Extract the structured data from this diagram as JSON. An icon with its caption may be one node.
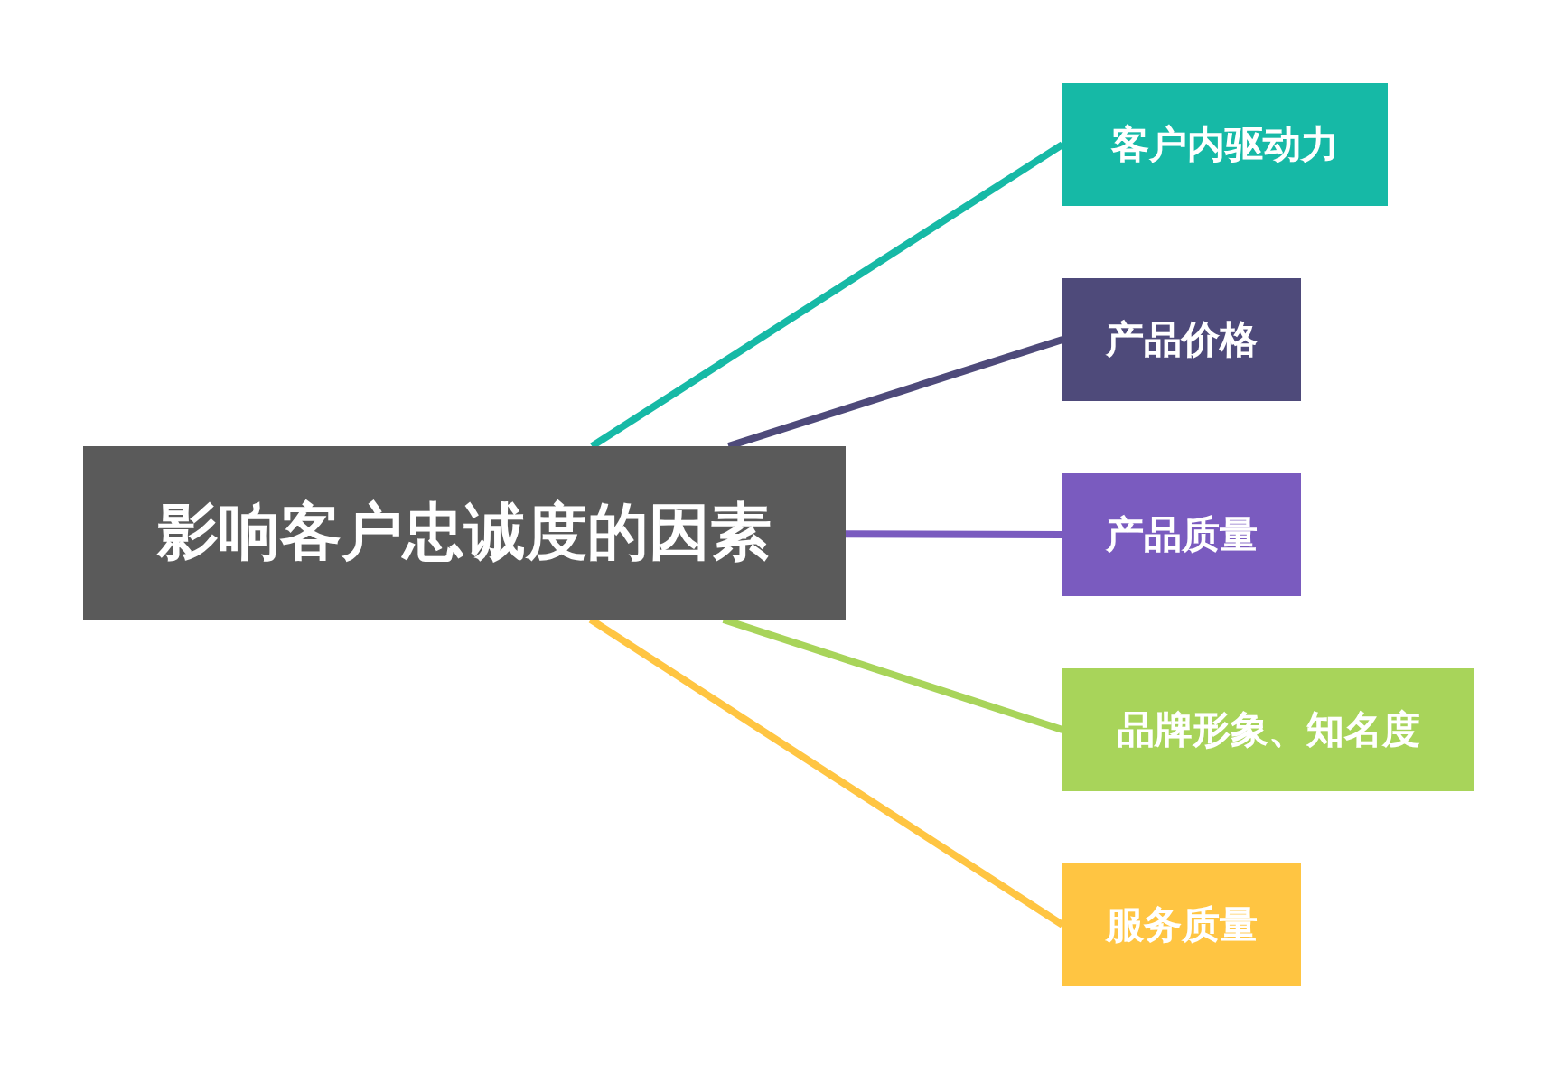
{
  "diagram": {
    "nodes": [
      {
        "text": [
          "影响客户忠诚度的因素"
        ]
      },
      {
        "text": [
          "客户内驱动力"
        ]
      },
      {
        "text": [
          "产品价格"
        ]
      },
      {
        "text": [
          "产品质量"
        ]
      },
      {
        "text": [
          "品牌形象、知名度"
        ]
      },
      {
        "text": [
          "服务质量"
        ]
      }
    ],
    "edges": [
      {
        "from": 0,
        "to": 1,
        "arrow": "none",
        "color": "#16b9a6"
      },
      {
        "from": 0,
        "to": 2,
        "arrow": "none",
        "color": "#4e4a7a"
      },
      {
        "from": 0,
        "to": 3,
        "arrow": "none",
        "color": "#7a5bbf"
      },
      {
        "from": 0,
        "to": 4,
        "arrow": "none",
        "color": "#a8d45a"
      },
      {
        "from": 0,
        "to": 5,
        "arrow": "none",
        "color": "#ffc542"
      }
    ]
  }
}
